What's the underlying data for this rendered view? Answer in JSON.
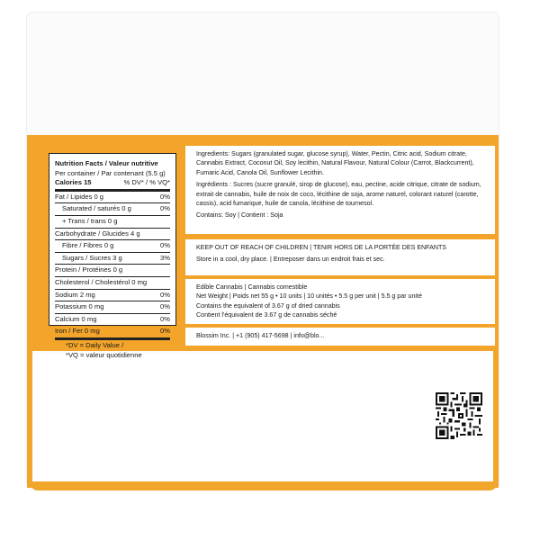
{
  "nutrition": {
    "title": "Nutrition Facts / Valeur nutritive",
    "per_container": "Per container / Par contenant (5.5 g)",
    "calories_label": "Calories 15",
    "dv_header": "% DV* / % VQ*",
    "rows": [
      {
        "label": "Fat / Lipides 0 g",
        "value": "0%",
        "indent": false
      },
      {
        "label": "Saturated / saturés 0 g",
        "value": "0%",
        "indent": true
      },
      {
        "label": "+ Trans / trans 0 g",
        "value": "",
        "indent": true
      },
      {
        "label": "Carbohydrate / Glucides 4 g",
        "value": "",
        "indent": false
      },
      {
        "label": "Fibre / Fibres 0 g",
        "value": "0%",
        "indent": true
      },
      {
        "label": "Sugars / Sucres 3 g",
        "value": "3%",
        "indent": true
      },
      {
        "label": "Protein / Protéines 0 g",
        "value": "",
        "indent": false
      },
      {
        "label": "Cholesterol / Cholestérol 0 mg",
        "value": "",
        "indent": false
      },
      {
        "label": "Sodium 2 mg",
        "value": "0%",
        "indent": false
      },
      {
        "label": "Potassium 0 mg",
        "value": "0%",
        "indent": false
      },
      {
        "label": "Calcium 0 mg",
        "value": "0%",
        "indent": false
      },
      {
        "label": "Iron / Fer 0 mg",
        "value": "0%",
        "indent": false
      }
    ],
    "footnote1": "*DV = Daily Value /",
    "footnote2": "*VQ = valeur quotidienne"
  },
  "ingredients": {
    "en": "Ingredients: Sugars (granulated sugar, glucose syrup), Water, Pectin, Citric acid, Sodium citrate, Cannabis Extract, Coconut Oil, Soy lecithin, Natural Flavour, Natural Colour (Carrot, Blackcurrent), Fumaric Acid, Canola Oil, Sunflower Lecithin.",
    "fr": "Ingrédients : Sucres (sucre granulé, sirop de glucose), eau, pectine, acide citrique, citrate de sodium, extrait de cannabis, huile de noix de coco, lécithine de soja, arome naturel, colorant naturel (carotte, cassis), acid fumarique, huile de canola, lécithine de tournesol.",
    "contains": "Contains: Soy | Contient : Soja"
  },
  "warning": {
    "line1": "KEEP OUT OF REACH OF CHILDREN | TENIR HORS DE LA PORTÉE DES ENFANTS",
    "line2": "Store in a cool, dry place. | Entreposer dans un endroit frais et sec."
  },
  "product": {
    "line1": "Edible Cannabis | Cannabis comestible",
    "line2": "Net Weight | Poids net 55 g • 10 units | 10 unités • 5.5 g per unit | 5.5 g par unité",
    "line3": "Contains the equivalent of 3.67 g of dried cannabis",
    "line4": "Contient l'équivalent de 3.67 g de cannabis séché"
  },
  "contact": {
    "line": "Blossim Inc. | +1 (905) 417-5698 | info@blo..."
  },
  "colors": {
    "accent": "#f2a52a",
    "panel": "#ffffff",
    "text": "#1a1a1a"
  }
}
